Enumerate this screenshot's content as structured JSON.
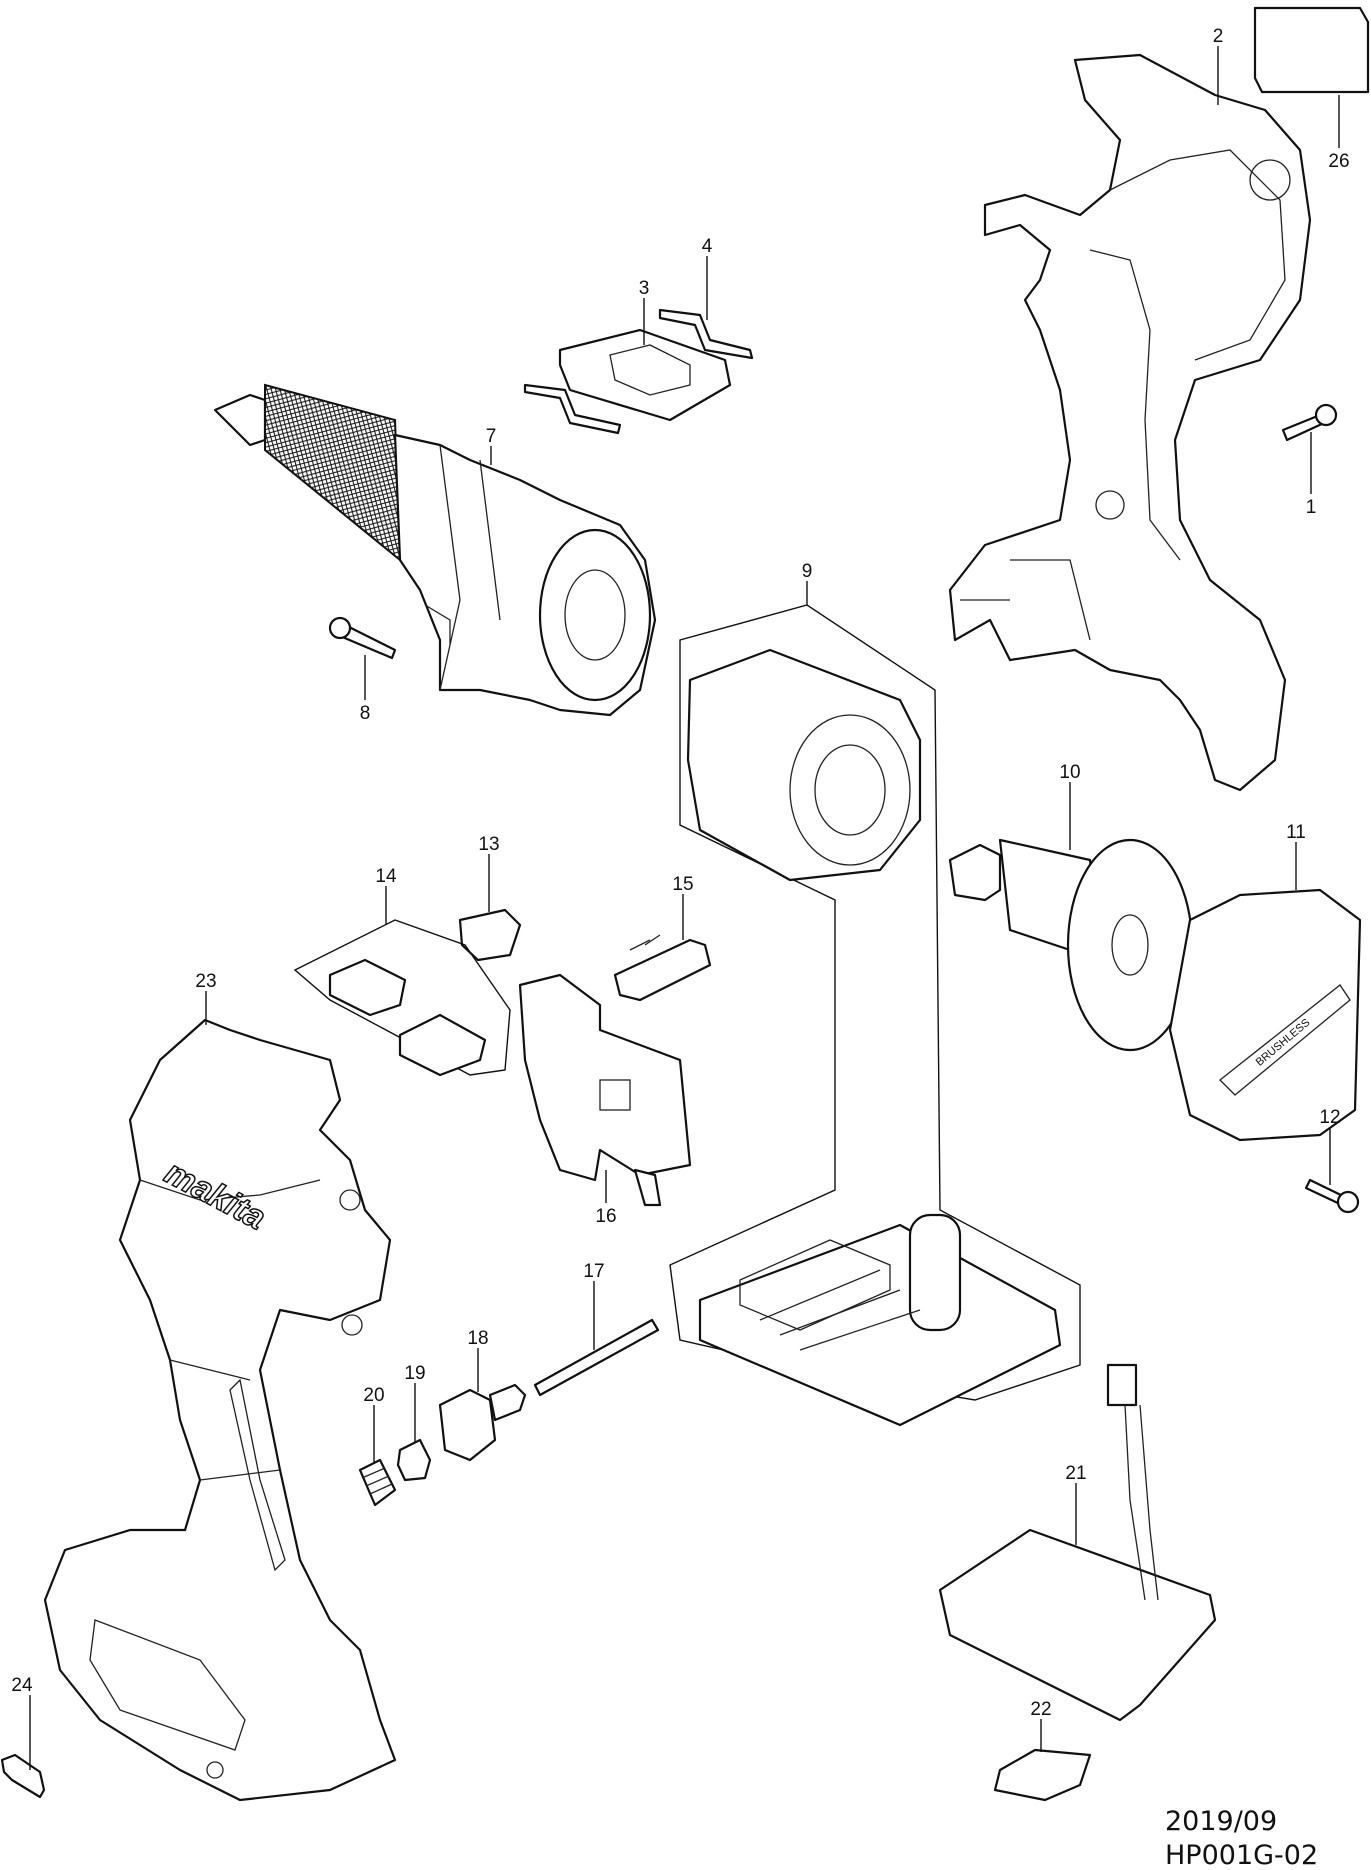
{
  "diagram": {
    "type": "exploded parts diagram",
    "parts": [
      {
        "id": "1",
        "label": "1"
      },
      {
        "id": "2",
        "label": "2"
      },
      {
        "id": "3",
        "label": "3"
      },
      {
        "id": "4",
        "label": "4"
      },
      {
        "id": "7",
        "label": "7"
      },
      {
        "id": "8",
        "label": "8"
      },
      {
        "id": "9",
        "label": "9"
      },
      {
        "id": "10",
        "label": "10"
      },
      {
        "id": "11",
        "label": "11"
      },
      {
        "id": "12",
        "label": "12"
      },
      {
        "id": "13",
        "label": "13"
      },
      {
        "id": "14",
        "label": "14"
      },
      {
        "id": "15",
        "label": "15"
      },
      {
        "id": "16",
        "label": "16"
      },
      {
        "id": "17",
        "label": "17"
      },
      {
        "id": "18",
        "label": "18"
      },
      {
        "id": "19",
        "label": "19"
      },
      {
        "id": "20",
        "label": "20"
      },
      {
        "id": "21",
        "label": "21"
      },
      {
        "id": "22",
        "label": "22"
      },
      {
        "id": "23",
        "label": "23"
      },
      {
        "id": "24",
        "label": "24"
      },
      {
        "id": "26",
        "label": "26"
      }
    ],
    "logo_text": "makita",
    "cover_text": "BRUSHLESS"
  },
  "footer": {
    "date": "2019/09",
    "model": "HP001G-02"
  }
}
